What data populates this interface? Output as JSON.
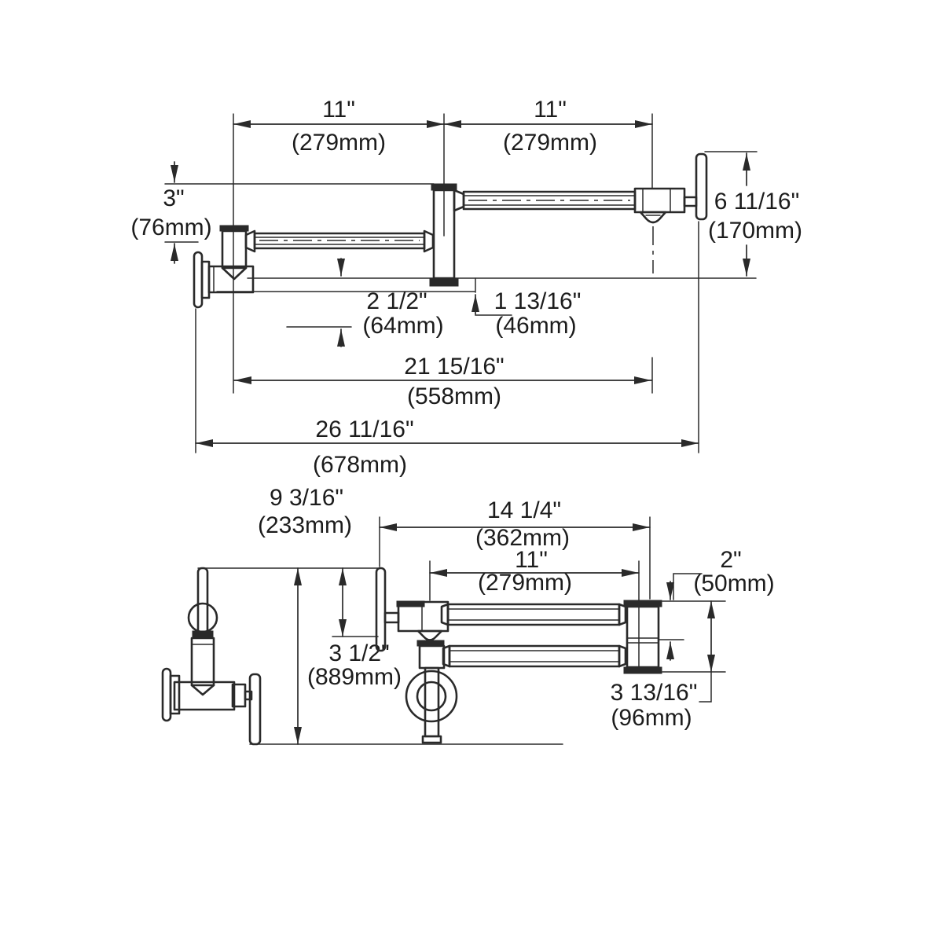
{
  "drawing": {
    "background": "#ffffff",
    "line_color": "#2a2a2a",
    "plan_view": {
      "dim_arm1_length": {
        "in": "11\"",
        "mm": "(279mm)"
      },
      "dim_arm2_length": {
        "in": "11\"",
        "mm": "(279mm)"
      },
      "dim_inlet_offset": {
        "in": "3\"",
        "mm": "(76mm)"
      },
      "dim_handle_height": {
        "in": "6 11/16\"",
        "mm": "(170mm)"
      },
      "dim_body_clearance": {
        "in": "2 1/2\"",
        "mm": "(64mm)"
      },
      "dim_spout_clearance": {
        "in": "1 13/16\"",
        "mm": "(46mm)"
      },
      "dim_center_reach": {
        "in": "21 15/16\"",
        "mm": "(558mm)"
      },
      "dim_overall_reach": {
        "in": "26 11/16\"",
        "mm": "(678mm)"
      }
    },
    "side_view": {
      "dim_overall_height": {
        "in": "9 3/16\"",
        "mm": "(233mm)"
      },
      "dim_handle_drop": {
        "in": "3 1/2\"",
        "mm": "(889mm)"
      },
      "dim_folded_projection": {
        "in": "14 1/4\"",
        "mm": "(362mm)"
      },
      "dim_arm_length": {
        "in": "11\"",
        "mm": "(279mm)"
      },
      "dim_joint_spacing": {
        "in": "2\"",
        "mm": "(50mm)"
      },
      "dim_joint_height": {
        "in": "3 13/16\"",
        "mm": "(96mm)"
      }
    }
  }
}
